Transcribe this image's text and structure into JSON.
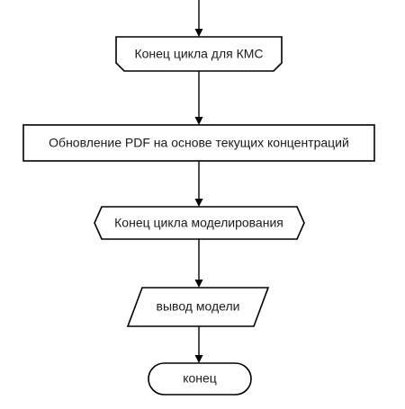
{
  "diagram": {
    "nodes": {
      "loop_end_kmc": "Конец цикла для КМС",
      "pdf_update": "Обновление PDF на основе текущих концентраций",
      "loop_end_modeling": "Конец цикла моделирования",
      "model_output": "вывод модели",
      "end": "конец"
    },
    "colors": {
      "stroke": "#000000",
      "fill": "#ffffff",
      "text": "#1a1a1a"
    }
  }
}
